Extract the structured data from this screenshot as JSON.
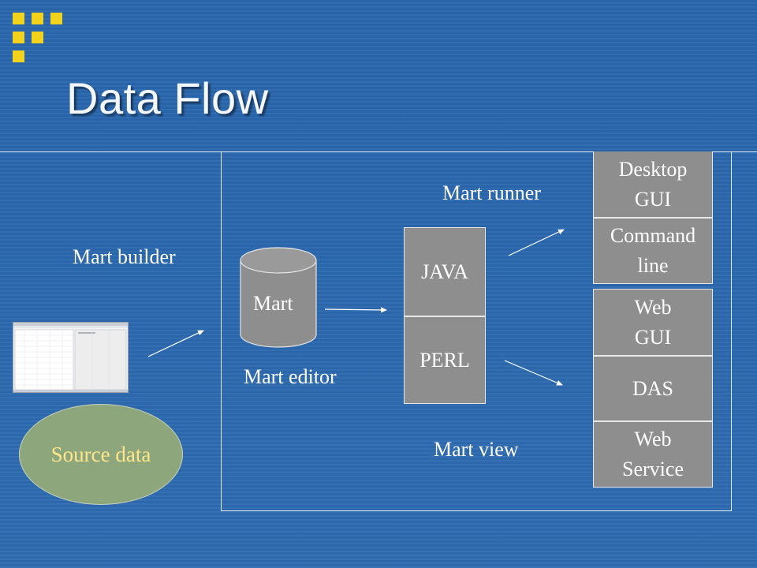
{
  "slide": {
    "title": "Data Flow"
  },
  "labels": {
    "mart_builder": "Mart builder",
    "mart_runner": "Mart runner",
    "mart_editor": "Mart editor",
    "mart_view": "Mart view"
  },
  "database": {
    "label": "Mart"
  },
  "source": {
    "label": "Source data"
  },
  "languages": {
    "java": "JAVA",
    "perl": "PERL"
  },
  "outputs": {
    "desktop_gui": "Desktop\nGUI",
    "command_line": "Command\nline",
    "web_gui": "Web\nGUI",
    "das": "DAS",
    "web_service": "Web\nService"
  },
  "colors": {
    "background": "#2b68ae",
    "logo_squares": "#f2d21a",
    "box_fill": "#8e8e8e",
    "source_fill": "#8da67c",
    "source_text": "#ffe68a"
  }
}
